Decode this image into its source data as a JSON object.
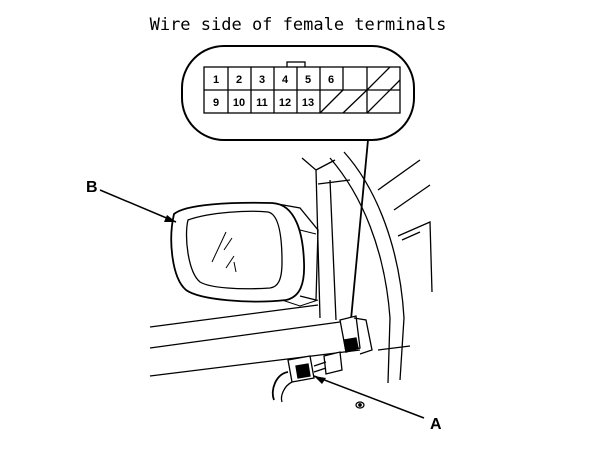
{
  "diagram": {
    "title": "Wire side of female terminals",
    "connector": {
      "row_top": [
        "1",
        "2",
        "3",
        "4",
        "5",
        "6"
      ],
      "row_bottom": [
        "9",
        "10",
        "11",
        "12",
        "13"
      ]
    },
    "callouts": {
      "a": "A",
      "b": "B"
    }
  }
}
